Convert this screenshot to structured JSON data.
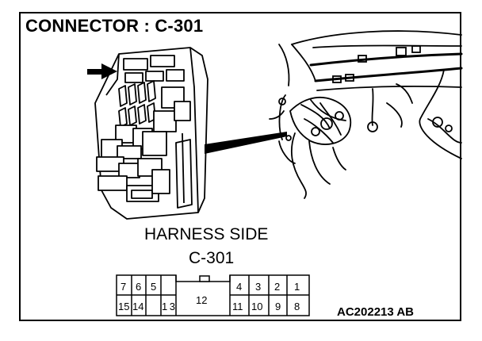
{
  "title": "CONNECTOR : C-301",
  "side_label": "HARNESS SIDE",
  "connector_id": "C-301",
  "figure_code": "AC202213 AB",
  "pins_top_left": [
    "7",
    "6",
    "5"
  ],
  "pins_top_right": [
    "4",
    "3",
    "2",
    "1"
  ],
  "pins_bottom_left": [
    "15",
    "14",
    "13"
  ],
  "pin_center": "12",
  "pins_bottom_right": [
    "11",
    "10",
    "9",
    "8"
  ]
}
